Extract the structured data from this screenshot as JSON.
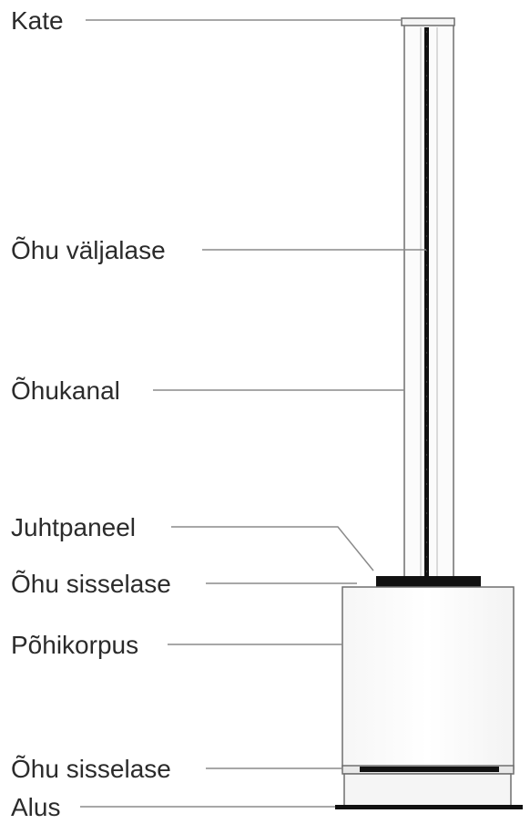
{
  "labels": {
    "kate": "Kate",
    "ohu_valjalase": "Õhu väljalase",
    "ohukanal": "Õhukanal",
    "juhtpaneel": "Juhtpaneel",
    "ohu_sisselase_top": "Õhu sisselase",
    "pohikorpus": "Põhikorpus",
    "ohu_sisselase_bottom": "Õhu sisselase",
    "alus": "Alus"
  },
  "colors": {
    "label_text": "#2b2b2b",
    "leader_line": "#8a8a8a",
    "outline": "#6f6f6f",
    "dark_band": "#111111",
    "body_fill": "#fdfdfd"
  }
}
